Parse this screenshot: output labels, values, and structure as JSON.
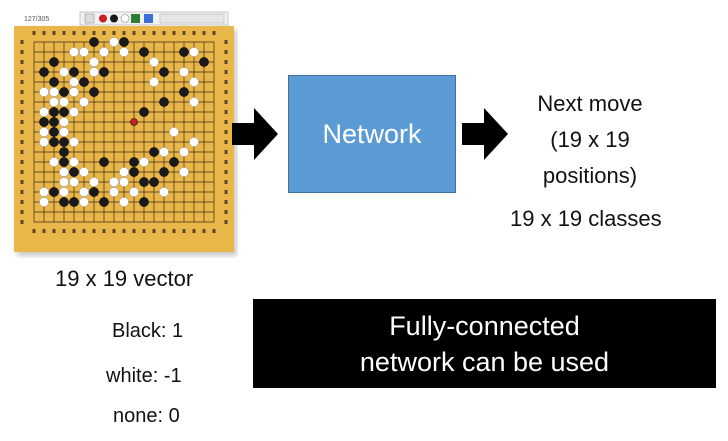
{
  "input": {
    "board_label": "19 x 19 vector",
    "encoding": {
      "black": "Black: 1",
      "white": "white: -1",
      "none": "none: 0"
    },
    "board_colors": {
      "background": "#e9b64a",
      "grid_line": "#3a2a10",
      "black_stone": "#1a1a1a",
      "white_stone": "#ffffff",
      "marker": "#cc2020"
    }
  },
  "network": {
    "label": "Network",
    "color": "#5b9bd5"
  },
  "output": {
    "lines": [
      "Next move",
      "(19 x 19",
      "positions)"
    ],
    "classes_label": "19 x 19 classes"
  },
  "note": {
    "lines": [
      "Fully-connected",
      "network can be used"
    ]
  }
}
